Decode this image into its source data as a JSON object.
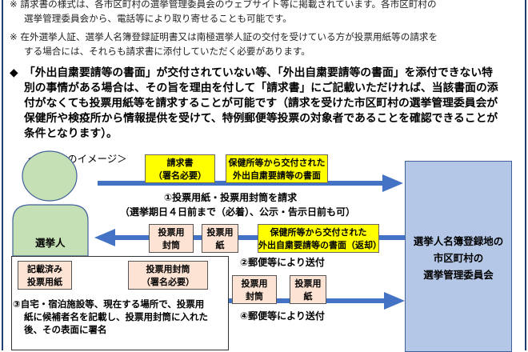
{
  "notes": [
    "※ 請求書の様式は、各市区町村の選挙管理委員会のウェブサイト等に掲載されています。各市区町村の",
    "選挙管理委員会から、電話等により取り寄せることも可能です。",
    "※ 在外選挙人証、選挙人名簿登録証明書又は南極選挙人証の交付を受けている方が投票用紙等の請求を",
    "する場合には、それらも請求書に添付していただく必要があります。"
  ],
  "para": {
    "marker": "◆",
    "lines": [
      "「外出自粛要請等の書面」が交付されていない等、「外出自粛要請等の書面」を添付できない特",
      "別の事情がある場合は、その旨を理由を付して「請求書」にご記載いただければ、当該書面の添",
      "付がなくても投票用紙等を請求することが可能です（請求を受けた市区町村の選挙管理委員会が",
      "保健所や検疫所から情報提供を受けて、特例郵便等投票の対象者であることを確認できることが",
      "条件となります）。"
    ]
  },
  "diagram": {
    "section_title": "＜手続きのイメージ＞",
    "voter_label": "選挙人",
    "committee_lines": [
      "選挙人名簿登録地の",
      "市区町村の",
      "選挙管理委員会"
    ],
    "request_form": [
      "請求書",
      "（署名必要）"
    ],
    "health_doc": [
      "保健所等から交付された",
      "外出自粛要請等の書面"
    ],
    "step1_lines": [
      "①投票用紙・投票用封筒を請求",
      "（選挙期日４日前まで（必着）、公示・告示日前も可）"
    ],
    "return_envelope": [
      "投票用",
      "封筒"
    ],
    "return_ballot": [
      "投票用",
      "紙"
    ],
    "return_doc": [
      "保健所等から交付された",
      "外出自粛要請等の書面（返却）"
    ],
    "step2": "②郵便等により送付",
    "filled_ballot": [
      "記載済み",
      "投票用紙"
    ],
    "signed_envelope": [
      "投票用封筒",
      "（署名必要）"
    ],
    "step3_lines": [
      "③自宅・宿泊施設等、現在する場所で、投票用",
      "紙に候補者名を記載し、投票用封筒に入れた",
      "後、その表面に署名"
    ],
    "send_envelope": [
      "投票用",
      "封筒"
    ],
    "send_ballot": [
      "投票用",
      "紙"
    ],
    "step4": "④郵便等により送付",
    "colors": {
      "yellow": "#ffff00",
      "pink": "#fde3d3",
      "blue_box": "#b4c7e7",
      "arrow": "#4472c4",
      "person": "#c5e0b4"
    },
    "icons": [
      "person-silhouette",
      "hollow-right-arrow"
    ]
  }
}
